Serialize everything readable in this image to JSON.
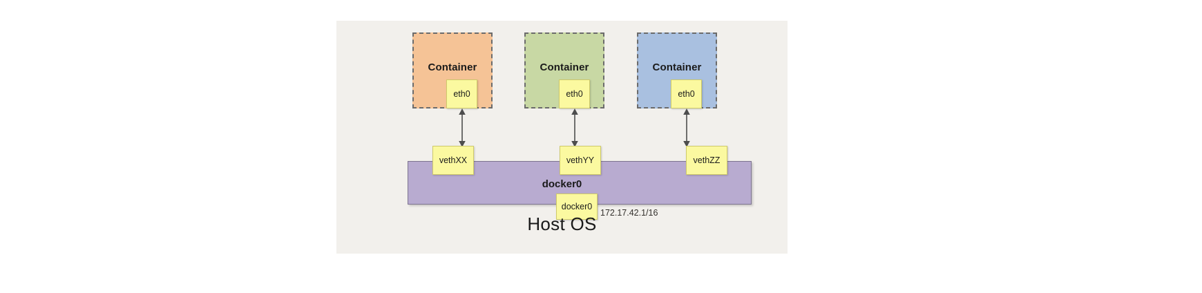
{
  "diagram": {
    "title": "Host OS",
    "bridge": {
      "name": "docker0",
      "interface_label": "docker0",
      "ip": "172.17.42.1/16",
      "color": "#b8abd0"
    },
    "containers": [
      {
        "label": "Container",
        "nic": "eth0",
        "color": "#f5c396",
        "veth": "vethXX"
      },
      {
        "label": "Container",
        "nic": "eth0",
        "color": "#c8d8a4",
        "veth": "vethYY"
      },
      {
        "label": "Container",
        "nic": "eth0",
        "color": "#a9c0e0",
        "veth": "vethZZ"
      }
    ],
    "colors": {
      "canvas_background": "#f2f0ec",
      "nic_chip": "#fbf9a0",
      "container_border": "#6b6b6b",
      "arrow": "#4d4d4d"
    },
    "icons": {
      "link_arrow": "double-arrow-vertical-icon"
    }
  }
}
